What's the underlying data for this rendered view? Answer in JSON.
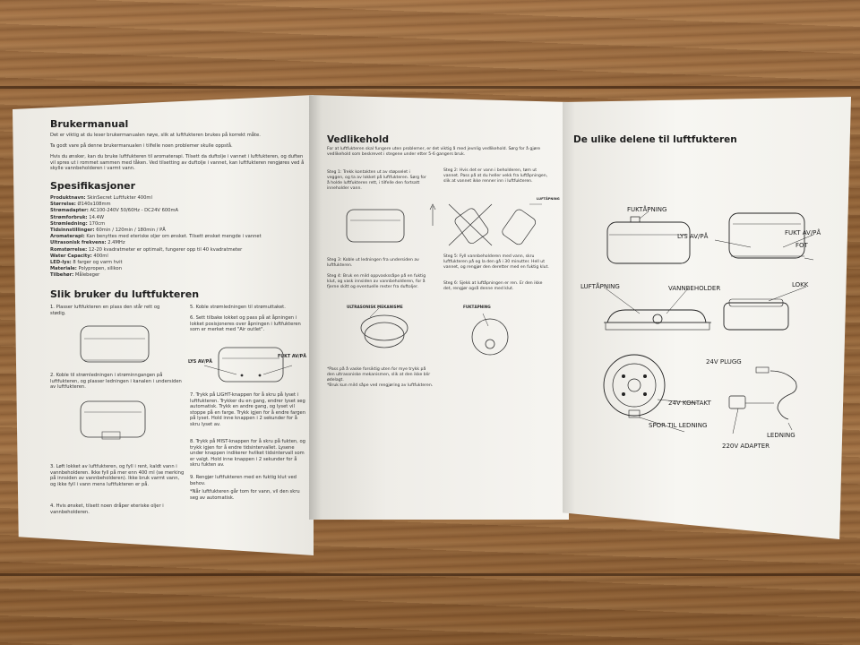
{
  "left": {
    "title": "Brukermanual",
    "intro": [
      "Det er viktig at du leser brukermanualen nøye, slik at luftfukteren brukes på korrekt måte.",
      "Ta godt vare på denne brukermanualen i tilfelle noen problemer skulle oppstå.",
      "Hvis du ønsker, kan du bruke luftfukteren til aromaterapi. Tilsett da duftolje i vannet i luftfukteren, og duften vil spres ut i rommet sammen med tåken. Ved tilsetting av duftolje i vannet, kan luftfukteren rengjøres ved å skylle vannbeholderen i varmt vann."
    ],
    "spec_title": "Spesifikasjoner",
    "specs": [
      {
        "k": "Produktnavn:",
        "v": "SkinSecret Luftfukter 400ml"
      },
      {
        "k": "Størrelse:",
        "v": "Ø140x108mm"
      },
      {
        "k": "Strømadapter:",
        "v": "AC100-240V 50/60Hz - DC24V 600mA"
      },
      {
        "k": "Strømforbruk:",
        "v": "14.4W"
      },
      {
        "k": "Strømledning:",
        "v": "170cm"
      },
      {
        "k": "Tidsinnstillinger:",
        "v": "60min / 120min / 180min / PÅ"
      },
      {
        "k": "Aromaterapi:",
        "v": "Kan benyttes med eteriske oljer om ønsket. Tilsett ønsket mengde i vannet"
      },
      {
        "k": "Ultrasonisk frekvens:",
        "v": "2.4MHz"
      },
      {
        "k": "Romstørrelse:",
        "v": "12-20 kvadratmeter er optimalt, fungerer opp til 40 kvadratmeter"
      },
      {
        "k": "Water Capacity:",
        "v": "400ml"
      },
      {
        "k": "LED-lys:",
        "v": "8 farger og varm hvit"
      },
      {
        "k": "Materiale:",
        "v": "Polypropen, silikon"
      },
      {
        "k": "Tilbehør:",
        "v": "Målebeger"
      }
    ],
    "use_title": "Slik bruker du luftfukteren",
    "steps_a": [
      "1. Plasser luftfukteren en plass den står rett og stødig.",
      "2. Koble til strømledningen i strøminngangen på luftfukteren, og plasser ledningen i kanalen i undersiden av luftfukteren.",
      "3. Løft lokket av luftfukteren, og fyll i rent, kaldt vann i vannbeholderen. Ikke fyll på mer enn 400 ml (se merking på innsiden av vannbeholderen). Ikke bruk varmt vann, og ikke fyll i vann mens luftfukteren er på.",
      "4. Hvis ønsket, tilsett noen dråper eteriske oljer i vannbeholderen."
    ],
    "steps_b": [
      "5. Koble strømledningen til strømuttaket.",
      "6. Sett tilbake lokket og pass på at åpningen i lokket posisjoneres over åpningen i luftfukteren som er merket med \"Air outlet\".",
      "7. Trykk på LIGHT-knappen for å skru på lyset i luftfukteren. Trykker du en gang, endrer lyset seg automatisk. Trykk en andre gang, og lyset vil stoppe på en farge. Trykk igjen for å endre fargen på lyset. Hold inne knappen i 2 sekunder for å skru lyset av.",
      "8. Trykk på MIST-knappen for å skru på fukten, og trykk igjen for å endre tidsintervallet. Lysene under knappen indikerer hvilket tidsintervall som er valgt. Hold inne knappen i 2 sekunder for å skru fukten av.",
      "9. Rengjør luftfukteren med en fuktig klut ved behov.",
      "*Når luftfukteren går tom for vann, vil den skru seg av automatisk."
    ],
    "lbl_light": "LYS AV/PÅ",
    "lbl_mist": "FUKT AV/PÅ"
  },
  "middle": {
    "title": "Vedlikehold",
    "intro": "For at luftfukteren skal fungere uten problemer, er det viktig å med jevnlig vedlikehold. Sørg for å gjøre vedlikehold som beskrevet i stegene under etter 5-6 gangers bruk.",
    "step1": "Steg 1: Trekk kontakten ut av støpselet i veggen, og ta av lokket på luftfukteren. Sørg for å holde luftfukteren rett, i tilfelle den fortsatt inneholder vann.",
    "step2": "Steg 2: Hvis det er vann i beholderen, tøm ut vannet. Pass på at du heller vekk fra luftåpningen, slik at vannet ikke renner inn i luftfukteren.",
    "step3": "Steg 3: Koble ut ledningen fra undersiden av luftfukteren.",
    "step4": "Steg 4: Bruk en mild oppvaskssåpe på en fuktig klut, og vask innsiden av vannbeholderen, for å fjerne skitt og eventuelle rester fra duftoljer.",
    "step5": "Steg 5: Fyll vannbeholderen med vann, skru luftfukteren på og la den gå i 30 minutter. Hell ut vannet, og rengjør den deretter med en fuktig klut.",
    "step6": "Steg 6: Sjekk at luftåpningen er ren. Er den ikke det, rengjør også denne med klut.",
    "lbl_ultra": "ULTRASONISK MEKANISME",
    "lbl_air": "FUKTÅPNING",
    "lbl_air_small": "LUFTÅPNING",
    "note": "*Pass på å vaske forsiktig uten for mye trykk på den ultrasoniske mekanismen, slik at den ikke blir ødelagt.\n*Bruk kun mild såpe ved rengjøring av luftfukteren."
  },
  "right": {
    "title": "De ulike delene til luftfukteren",
    "labels": {
      "fukt_apning": "FUKTÅPNING",
      "lys": "LYS AV/PÅ",
      "fukt": "FUKT AV/PÅ",
      "fot": "FOT",
      "luft_apning": "LUFTÅPNING",
      "vannbeholder": "VANNBEHOLDER",
      "lokk": "LOKK",
      "plugg": "24V PLUGG",
      "kontakt": "24V KONTAKT",
      "spor": "SPOR TIL LEDNING",
      "ledning": "LEDNING",
      "adapter": "220V ADAPTER"
    }
  }
}
